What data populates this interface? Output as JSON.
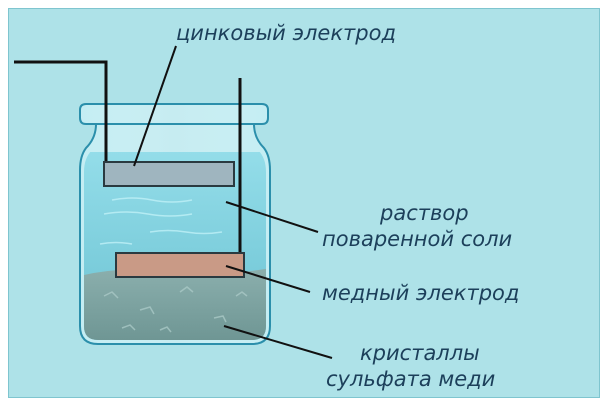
{
  "labels": {
    "zinc_electrode": "цинковый электрод",
    "solution_line1": "раствор",
    "solution_line2": "поваренной соли",
    "copper_electrode": "медный электрод",
    "crystals_line1": "кристаллы",
    "crystals_line2": "сульфата меди"
  },
  "colors": {
    "panel_background": "#aee2e8",
    "glass_outline": "#2b8fab",
    "solution": "#7ed2e0",
    "sediment": "#7ea4a3",
    "zinc_plate": "#9fb5bf",
    "copper_plate": "#c99a86",
    "wire": "#111111",
    "label_text": "#1c3f5a"
  }
}
